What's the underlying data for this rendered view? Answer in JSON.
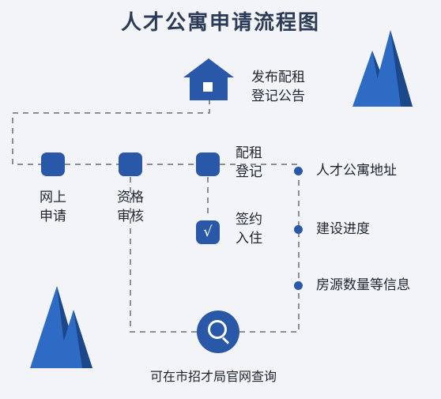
{
  "title": "人才公寓申请流程图",
  "colors": {
    "primary": "#2a58a8",
    "mountain_light": "#2e6bc4",
    "mountain_dark": "#1c4788",
    "dash": "#8a8f98"
  },
  "announce": {
    "line1": "发布配租",
    "line2": "登记公告",
    "icon": "house-icon"
  },
  "steps": [
    {
      "line1": "网上",
      "line2": "申请"
    },
    {
      "line1": "资格",
      "line2": "审核"
    },
    {
      "line1": "配租",
      "line2": "登记"
    }
  ],
  "final_step": {
    "line1": "签约",
    "line2": "入住",
    "icon": "check-icon",
    "glyph": "√"
  },
  "info_items": [
    "人才公寓地址",
    "建设进度",
    "房源数量等信息"
  ],
  "query": {
    "label": "可在市招才局官网查询",
    "icon": "search-icon"
  },
  "decorations": [
    "mountain-icon",
    "mountain-icon"
  ]
}
